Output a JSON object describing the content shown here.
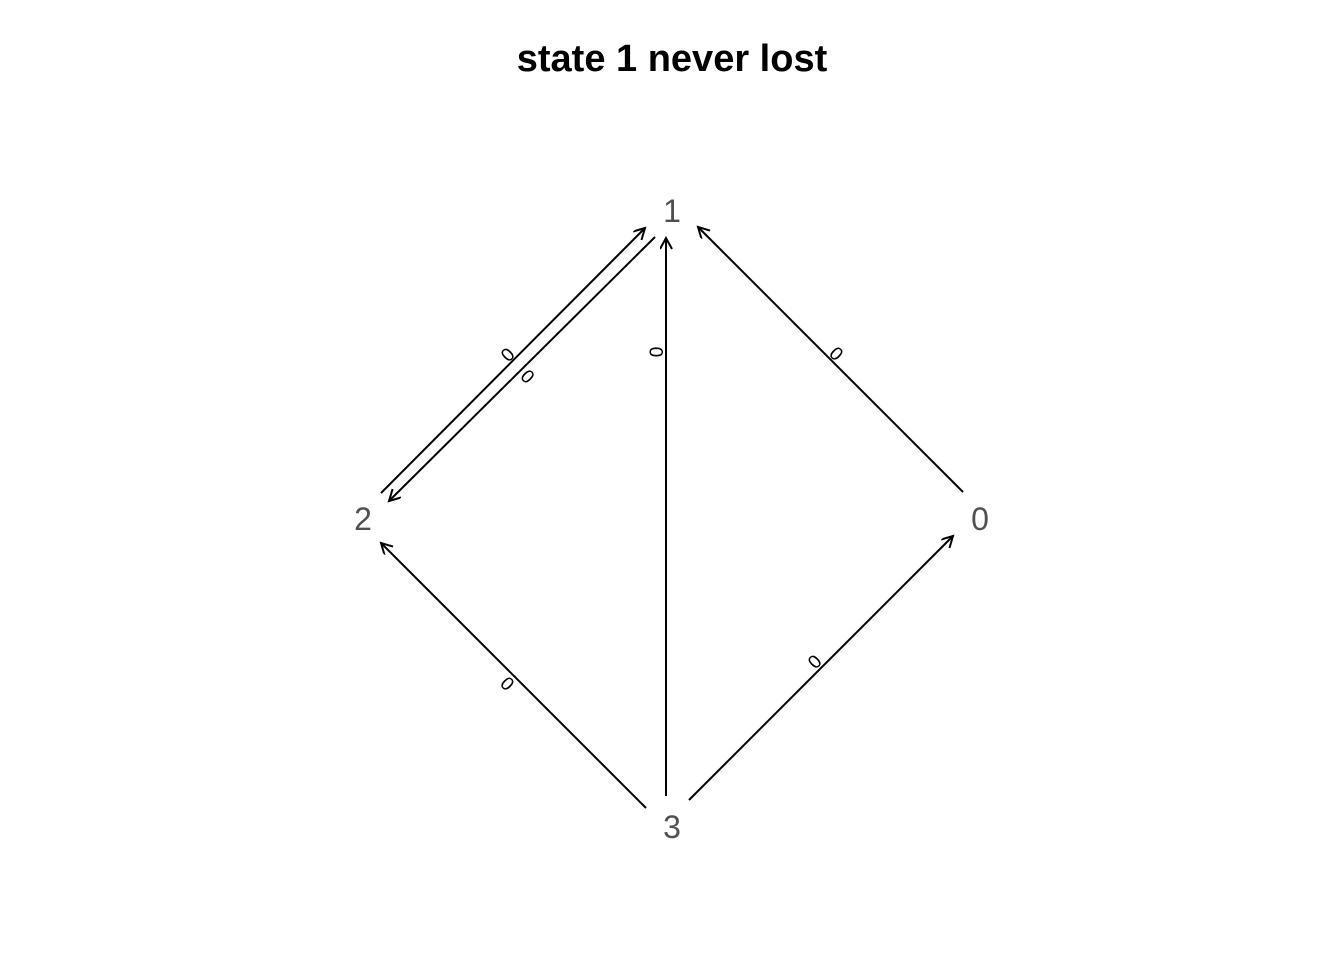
{
  "title": "state 1 never lost",
  "nodes": [
    {
      "id": "1",
      "label": "1"
    },
    {
      "id": "2",
      "label": "2"
    },
    {
      "id": "0",
      "label": "0"
    },
    {
      "id": "3",
      "label": "3"
    }
  ],
  "edges": [
    {
      "from": "2",
      "to": "1",
      "label": "0"
    },
    {
      "from": "1",
      "to": "2",
      "label": "0"
    },
    {
      "from": "3",
      "to": "1",
      "label": "0"
    },
    {
      "from": "0",
      "to": "1",
      "label": "0"
    },
    {
      "from": "3",
      "to": "2",
      "label": "0"
    },
    {
      "from": "3",
      "to": "0",
      "label": "0"
    }
  ]
}
